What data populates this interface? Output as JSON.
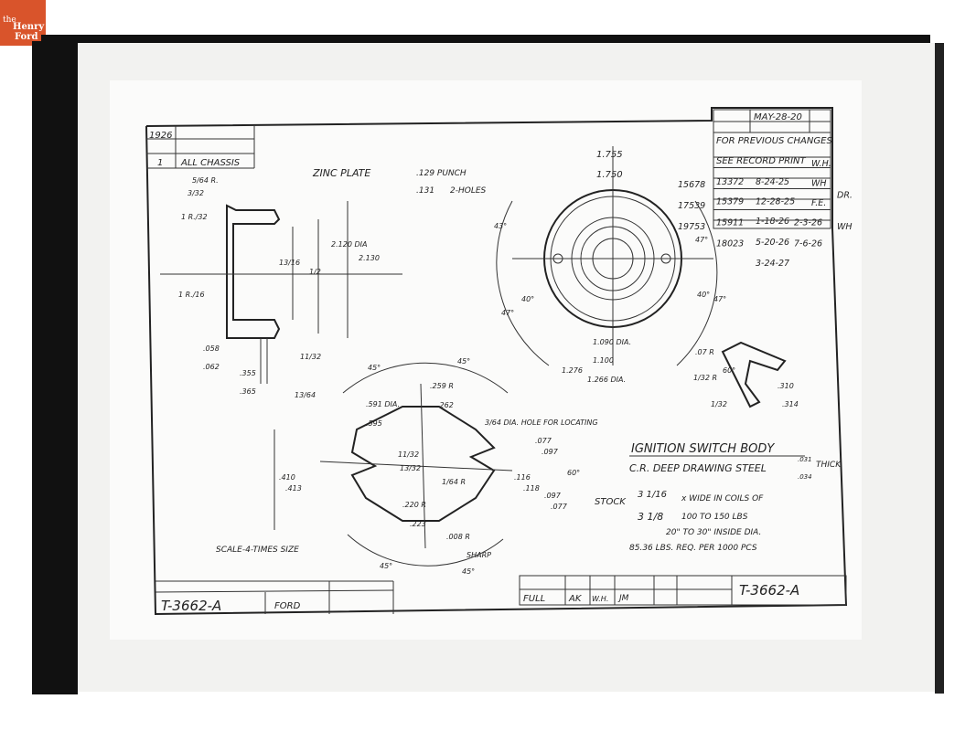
{
  "logo": {
    "line1": "the",
    "line2": "Henry",
    "line3": "Ford",
    "color": "#d9542b"
  },
  "drawing": {
    "year": "1926",
    "qty": "1",
    "application": "ALL CHASSIS",
    "finish": "ZINC PLATE",
    "punch": ".129 PUNCH",
    "punch2": ".131",
    "holes": "2-HOLES",
    "dia_top": "1.755",
    "dia_top2": "1.750",
    "title": "IGNITION SWITCH BODY",
    "material": "C.R. DEEP DRAWING STEEL",
    "thick1": ".031",
    "thick2": ".034",
    "thick_label": "THICK",
    "stock_label": "STOCK",
    "stock_w1": "3 1/16",
    "stock_w2": "3 1/8",
    "stock_line1": "x WIDE IN COILS OF",
    "stock_line2": "100 TO 150 LBS",
    "stock_line3": "20\" TO 30\" INSIDE DIA.",
    "stock_line4": "85.36 LBS. REQ. PER 1000 PCS",
    "scale": "SCALE-4-TIMES SIZE",
    "part_number": "T-3662-A",
    "make": "FORD",
    "full": "FULL",
    "drawn": "AK",
    "checked": "W.H.",
    "approved": "JM",
    "date_header": "MAY-28-20",
    "changes_note1": "FOR PREVIOUS CHANGES",
    "changes_note2": "SEE RECORD PRINT",
    "changes": [
      {
        "no": "13372",
        "date": "8-24-25",
        "by": "W.H."
      },
      {
        "no": "15379",
        "date": "12-28-25",
        "by": "WH"
      },
      {
        "no": "15678",
        "date": "1-18-26",
        "by": "F.E."
      },
      {
        "no": "15911",
        "date": "2-3-26",
        "by": "DR."
      },
      {
        "no": "17539",
        "date": "5-20-26",
        "by": ""
      },
      {
        "no": "18023",
        "date": "7-6-26",
        "by": ""
      },
      {
        "no": "19753",
        "date": "3-24-27",
        "by": "WH"
      }
    ],
    "dims": {
      "d1": "5/64 R.",
      "d2": "3/32",
      "d3": "1 R./32",
      "d4": "1 R./16",
      "d5": ".058",
      "d6": ".062",
      "d7": "11/32",
      "d8": ".355",
      "d9": ".365",
      "d10": "13/64",
      "d11": "2.120 DIA",
      "d12": "2.130",
      "d13": "1/2",
      "d14": "13/16",
      "d15": "45°",
      "d16": "45°",
      "d17": ".591 DIA.",
      "d18": ".595",
      "d19": ".259 R",
      "d20": ".262",
      "d21": "3/64 DIA. HOLE FOR LOCATING",
      "d22": "1.090 DIA.",
      "d23": "1.100",
      "d24": "1.266 DIA.",
      "d25": "1.276",
      "d26": "40°",
      "d27": "47°",
      "d28": "43°",
      "d29": "47°",
      "d30": "40°",
      "d31": "47°",
      "d32": ".07 R",
      "d33": "1/32 R",
      "d34": "1/32",
      "d35": "60°",
      "d36": ".310",
      "d37": ".314",
      "d38": ".410",
      "d39": ".413",
      "d40": ".220 R",
      "d41": ".223",
      "d42": "1/64 R",
      "d43": "11/32",
      "d44": "13/32",
      "d45": ".008 R",
      "d46": "SHARP",
      "d47": "45°",
      "d48": "45°",
      "d49": ".116",
      "d50": ".118",
      "d51": ".077",
      "d52": ".097",
      "d53": "60°",
      "d54": ".097",
      "d55": ".077"
    }
  }
}
